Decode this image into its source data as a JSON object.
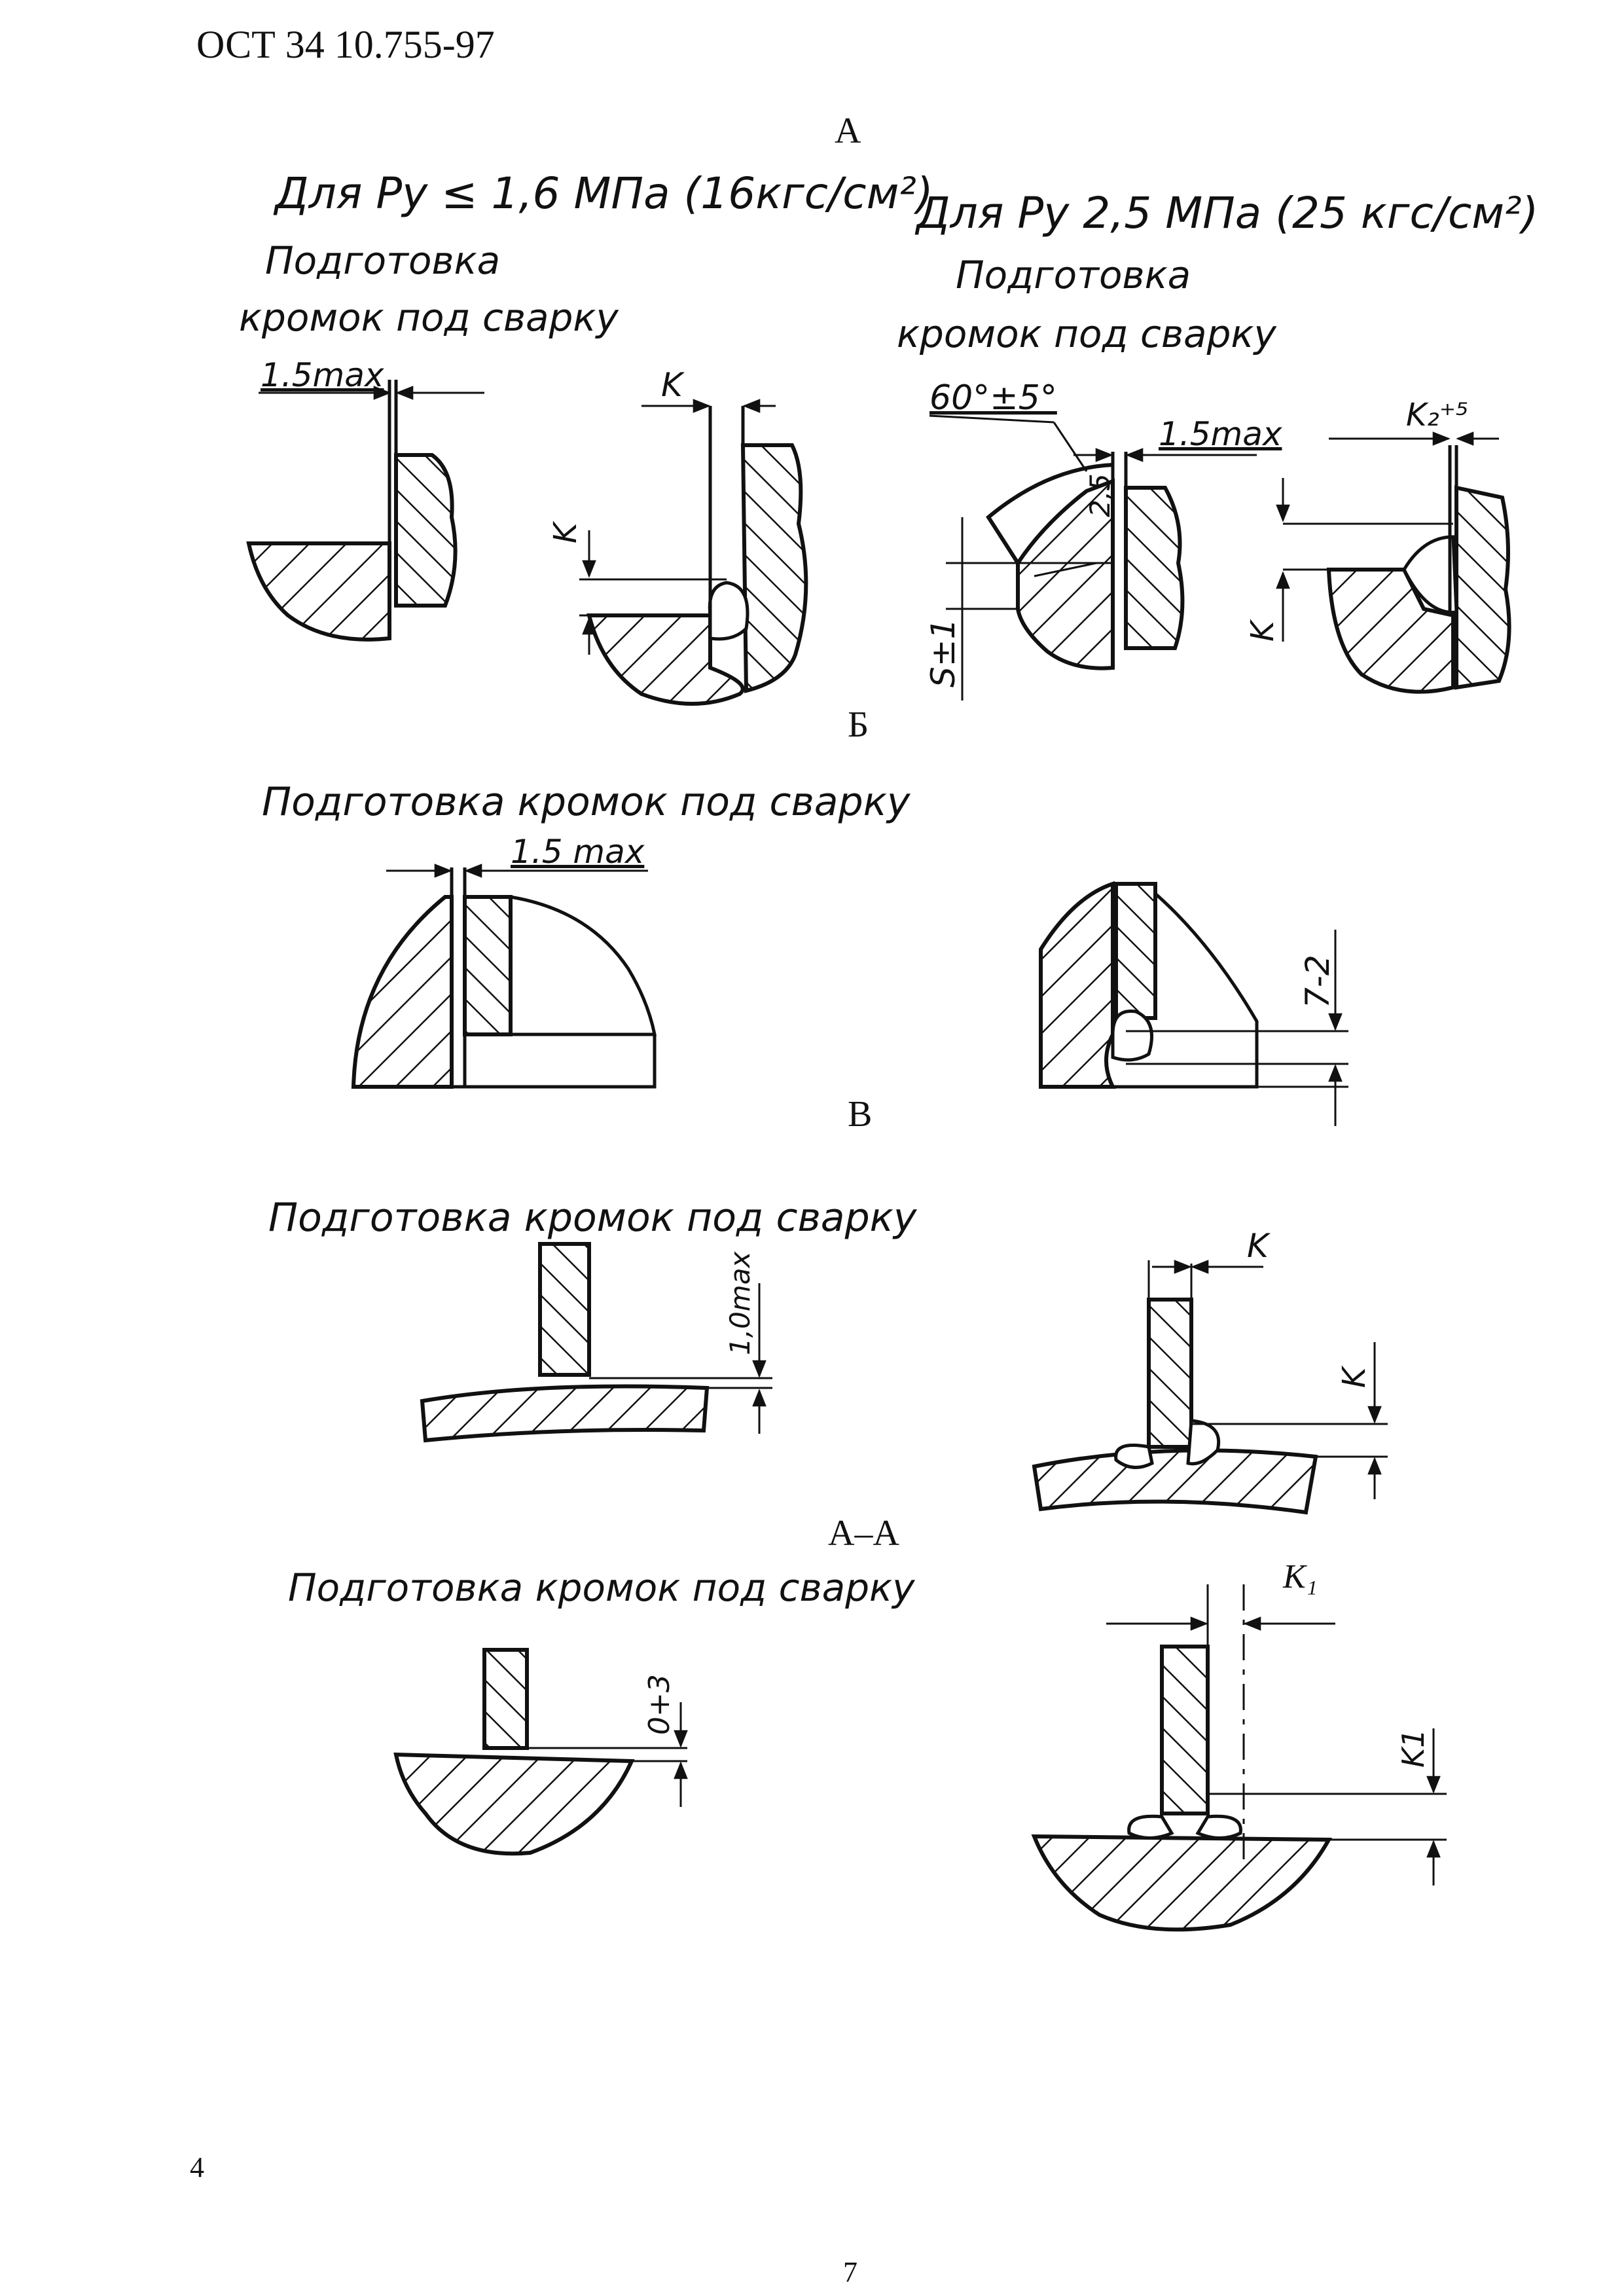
{
  "header": {
    "doc_code": "ОСТ 34 10.755-97"
  },
  "sections": {
    "a": {
      "label": "А",
      "left": {
        "title": "Для Ру ≤ 1,6 МПа (16кгс/см²)",
        "prep_line1": "Подготовка",
        "prep_line2": "кромок под сварку",
        "gap": "1.5max",
        "leg": "K",
        "leg2": "K"
      },
      "right": {
        "title": "Для Ру 2,5 МПа (25 кгс/см²)",
        "prep_line1": "Подготовка",
        "prep_line2": "кромок под сварку",
        "angle": "60°±5°",
        "gap": "1.5max",
        "chamfer": "2,5",
        "thickness": "S±1",
        "leg": "K",
        "leg_k2": "K₂⁺⁵"
      }
    },
    "b": {
      "label": "Б",
      "prep": "Подготовка кромок под сварку",
      "gap": "1.5 max",
      "dim": "7-2"
    },
    "v": {
      "label": "В",
      "prep": "Подготовка кромок под сварку",
      "gap": "1,0max",
      "leg": "K",
      "leg2": "K"
    },
    "aa": {
      "label": "А–А",
      "prep": "Подготовка кромок под сварку",
      "gap": "0+3",
      "leg": "K₁",
      "leg2": "K1"
    }
  },
  "footer": {
    "left_number": "4",
    "page_number": "7"
  }
}
